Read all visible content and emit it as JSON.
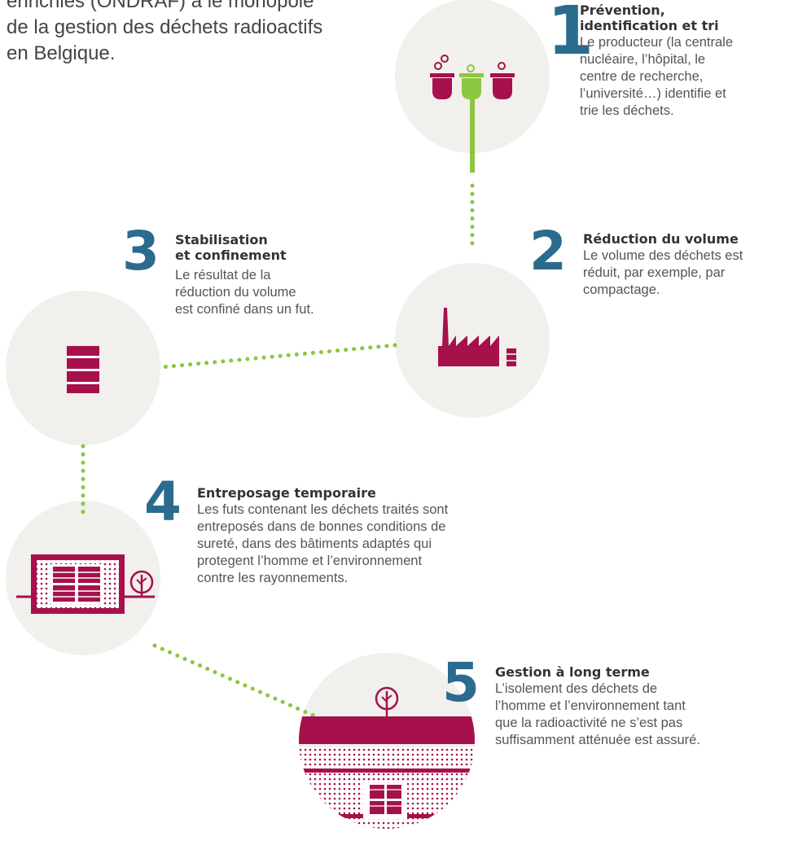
{
  "intro": {
    "lines": [
      "enrichies (ONDRAF) a le monopole",
      "de la gestion des déchets radioactifs",
      "en Belgique."
    ]
  },
  "colors": {
    "accent_blue": "#2b6b8e",
    "crimson": "#a6114c",
    "green": "#8dc63f",
    "circle": "#f1f0ec"
  },
  "steps": [
    {
      "number": "1",
      "title": [
        "Prévention,",
        "identification et tri"
      ],
      "desc": [
        "Le producteur (la centrale",
        "nucléaire, l’hôpital, le",
        "centre de recherche,",
        "l’université…) identifie et",
        "trie les déchets."
      ],
      "icon": "waste-bins-icon"
    },
    {
      "number": "2",
      "title": [
        "Réduction du volume"
      ],
      "desc": [
        "Le volume des déchets est",
        "réduit, par exemple, par",
        "compactage."
      ],
      "icon": "factory-icon"
    },
    {
      "number": "3",
      "title": [
        "Stabilisation",
        "et confinement"
      ],
      "desc": [
        "Le résultat de la",
        "réduction du volume",
        "est confiné dans un fut."
      ],
      "icon": "barrel-icon"
    },
    {
      "number": "4",
      "title": [
        "Entreposage temporaire"
      ],
      "desc": [
        "Les futs contenant les déchets traités sont",
        "entreposés dans de bonnes conditions de",
        "sureté, dans des bâtiments adaptés qui",
        "protegent l’homme et l’environnement",
        "contre les rayonnements."
      ],
      "icon": "storage-building-icon"
    },
    {
      "number": "5",
      "title": [
        "Gestion à long terme"
      ],
      "desc": [
        "L’isolement des déchets de",
        "l’homme et l’environnement tant",
        "que la radioactivité ne s’est pas",
        "suffisamment atténuée est assuré."
      ],
      "icon": "disposal-site-icon"
    }
  ]
}
